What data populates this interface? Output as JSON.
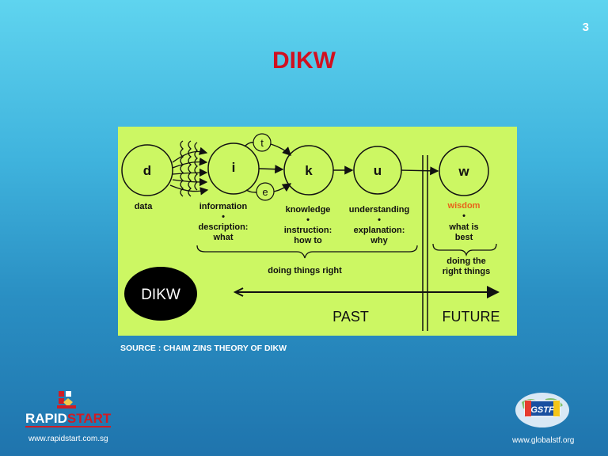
{
  "slide": {
    "number": "3",
    "title": "DIKW",
    "source": "SOURCE :  CHAIM ZINS THEORY OF DIKW"
  },
  "diagram": {
    "nodes": {
      "d": "d",
      "i": "i",
      "k": "k",
      "u": "u",
      "w": "w",
      "t": "t",
      "e": "e"
    },
    "labels": {
      "data": "data",
      "information": "information",
      "information_desc1": "description:",
      "information_desc2": "what",
      "knowledge": "knowledge",
      "knowledge_desc1": "instruction:",
      "knowledge_desc2": "how to",
      "understanding": "understanding",
      "understanding_desc1": "explanation:",
      "understanding_desc2": "why",
      "wisdom": "wisdom",
      "wisdom_desc1": "what is",
      "wisdom_desc2": "best",
      "doing_things_right": "doing things right",
      "doing_right_things1": "doing the",
      "doing_right_things2": "right things",
      "bullet": "•"
    },
    "timeline": {
      "badge": "DIKW",
      "past": "PAST",
      "future": "FUTURE"
    },
    "colors": {
      "background": "#ccf763",
      "wisdom": "#e8621a",
      "title": "#d11020"
    }
  },
  "footer": {
    "rapidstart": {
      "name": "RAPIDSTART",
      "url": "www.rapidstart.com.sg"
    },
    "gstf": {
      "name": "GSTF",
      "url": "www.globalstf.org"
    }
  }
}
